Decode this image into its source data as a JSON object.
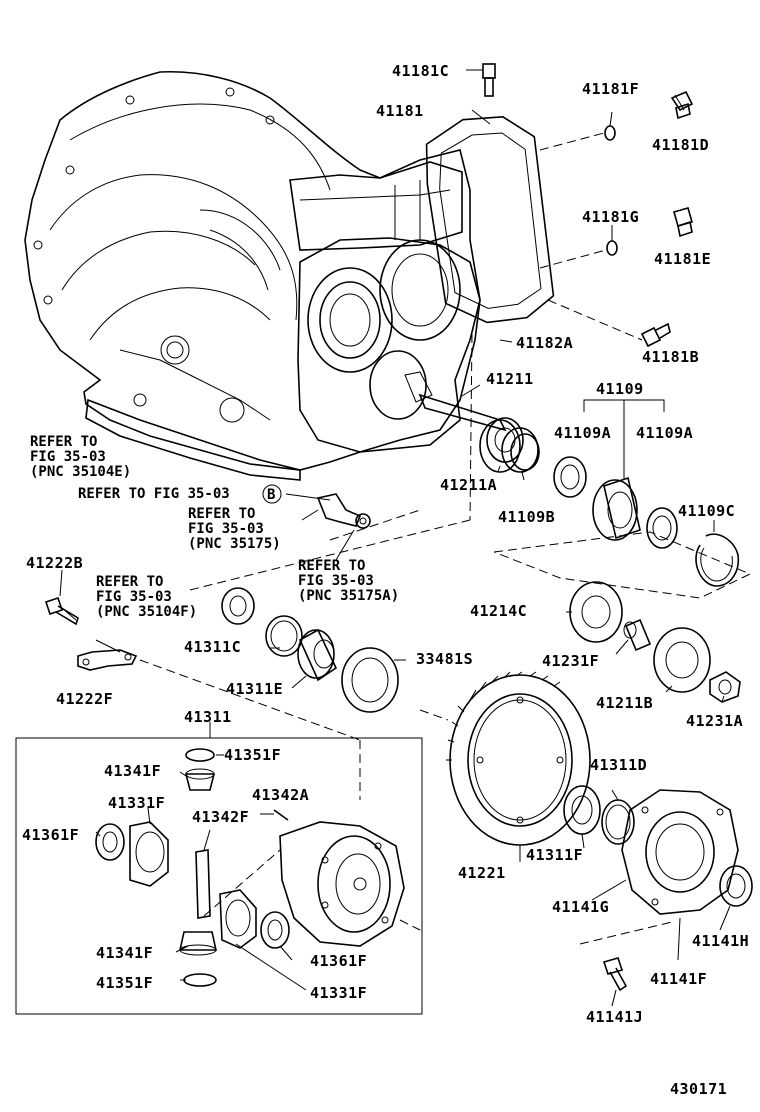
{
  "labels": {
    "p41181C": "41181C",
    "p41181": "41181",
    "p41181F": "41181F",
    "p41181D": "41181D",
    "p41181G": "41181G",
    "p41181E": "41181E",
    "p41182A": "41182A",
    "p41181B": "41181B",
    "p41211": "41211",
    "p41109": "41109",
    "p41109A_1": "41109A",
    "p41109A_2": "41109A",
    "p41211A": "41211A",
    "p41109B": "41109B",
    "p41109C": "41109C",
    "p41222B": "41222B",
    "p41214C": "41214C",
    "p41311C": "41311C",
    "p33481S": "33481S",
    "p41231F": "41231F",
    "p41311E": "41311E",
    "p41222F": "41222F",
    "p41211B": "41211B",
    "p41231A": "41231A",
    "p41311": "41311",
    "p41351F_1": "41351F",
    "p41341F_1": "41341F",
    "p41342A": "41342A",
    "p41311D": "41311D",
    "p41331F_1": "41331F",
    "p41342F": "41342F",
    "p41361F_1": "41361F",
    "p41221": "41221",
    "p41311F": "41311F",
    "p41141G": "41141G",
    "p41141H": "41141H",
    "p41341F_2": "41341F",
    "p41361F_2": "41361F",
    "p41141F": "41141F",
    "p41351F_2": "41351F",
    "p41331F_2": "41331F",
    "p41141J": "41141J"
  },
  "references": {
    "ref1_l1": "REFER TO",
    "ref1_l2": "FIG 35-03",
    "ref1_l3": "(PNC 35104E)",
    "ref2": "REFER TO FIG 35-03",
    "ref2_circle": "B",
    "ref3_l1": "REFER TO",
    "ref3_l2": "FIG 35-03",
    "ref3_l3": "(PNC 35175)",
    "ref4_l1": "REFER TO",
    "ref4_l2": "FIG 35-03",
    "ref4_l3": "(PNC 35104F)",
    "ref5_l1": "REFER TO",
    "ref5_l2": "FIG 35-03",
    "ref5_l3": "(PNC 35175A)"
  },
  "figure_number": "430171"
}
